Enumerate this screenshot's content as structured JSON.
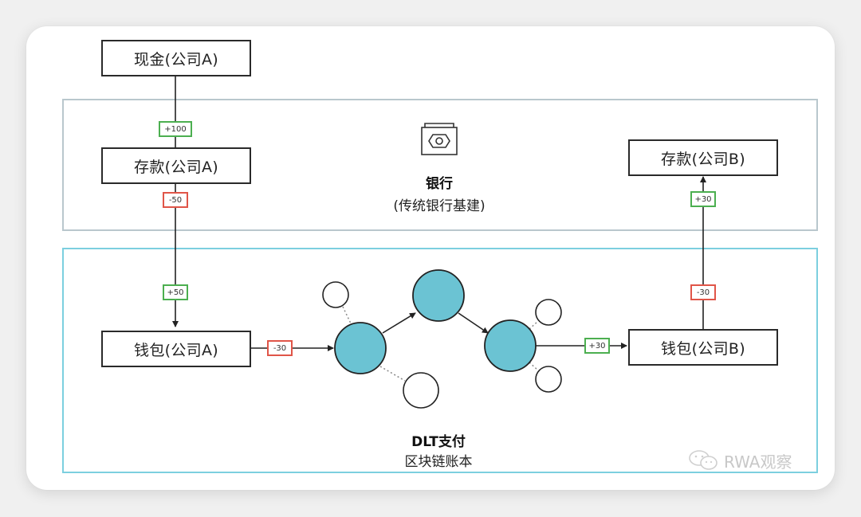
{
  "nodes": {
    "cash_a": "现金(公司A)",
    "deposit_a": "存款(公司A)",
    "wallet_a": "钱包(公司A)",
    "deposit_b": "存款(公司B)",
    "wallet_b": "钱包(公司B)"
  },
  "badges": {
    "cash_to_deposit_a": "+100",
    "deposit_a_out": "-50",
    "wallet_a_in": "+50",
    "wallet_a_out": "-30",
    "wallet_b_in": "+30",
    "wallet_b_out": "-30",
    "deposit_b_in": "+30"
  },
  "bank_section": {
    "icon": "banknote-icon",
    "title": "银行",
    "subtitle": "(传统银行基建)"
  },
  "dlt_section": {
    "title": "DLT支付",
    "subtitle": "区块链账本"
  },
  "watermark": {
    "icon": "wechat-icon",
    "text": "RWA观察"
  },
  "colors": {
    "node_fill": "#6bc3d3",
    "positive": "#4caf50",
    "negative": "#e05548",
    "bank_border": "#b9c7cd",
    "dlt_border": "#7ccfdf"
  }
}
